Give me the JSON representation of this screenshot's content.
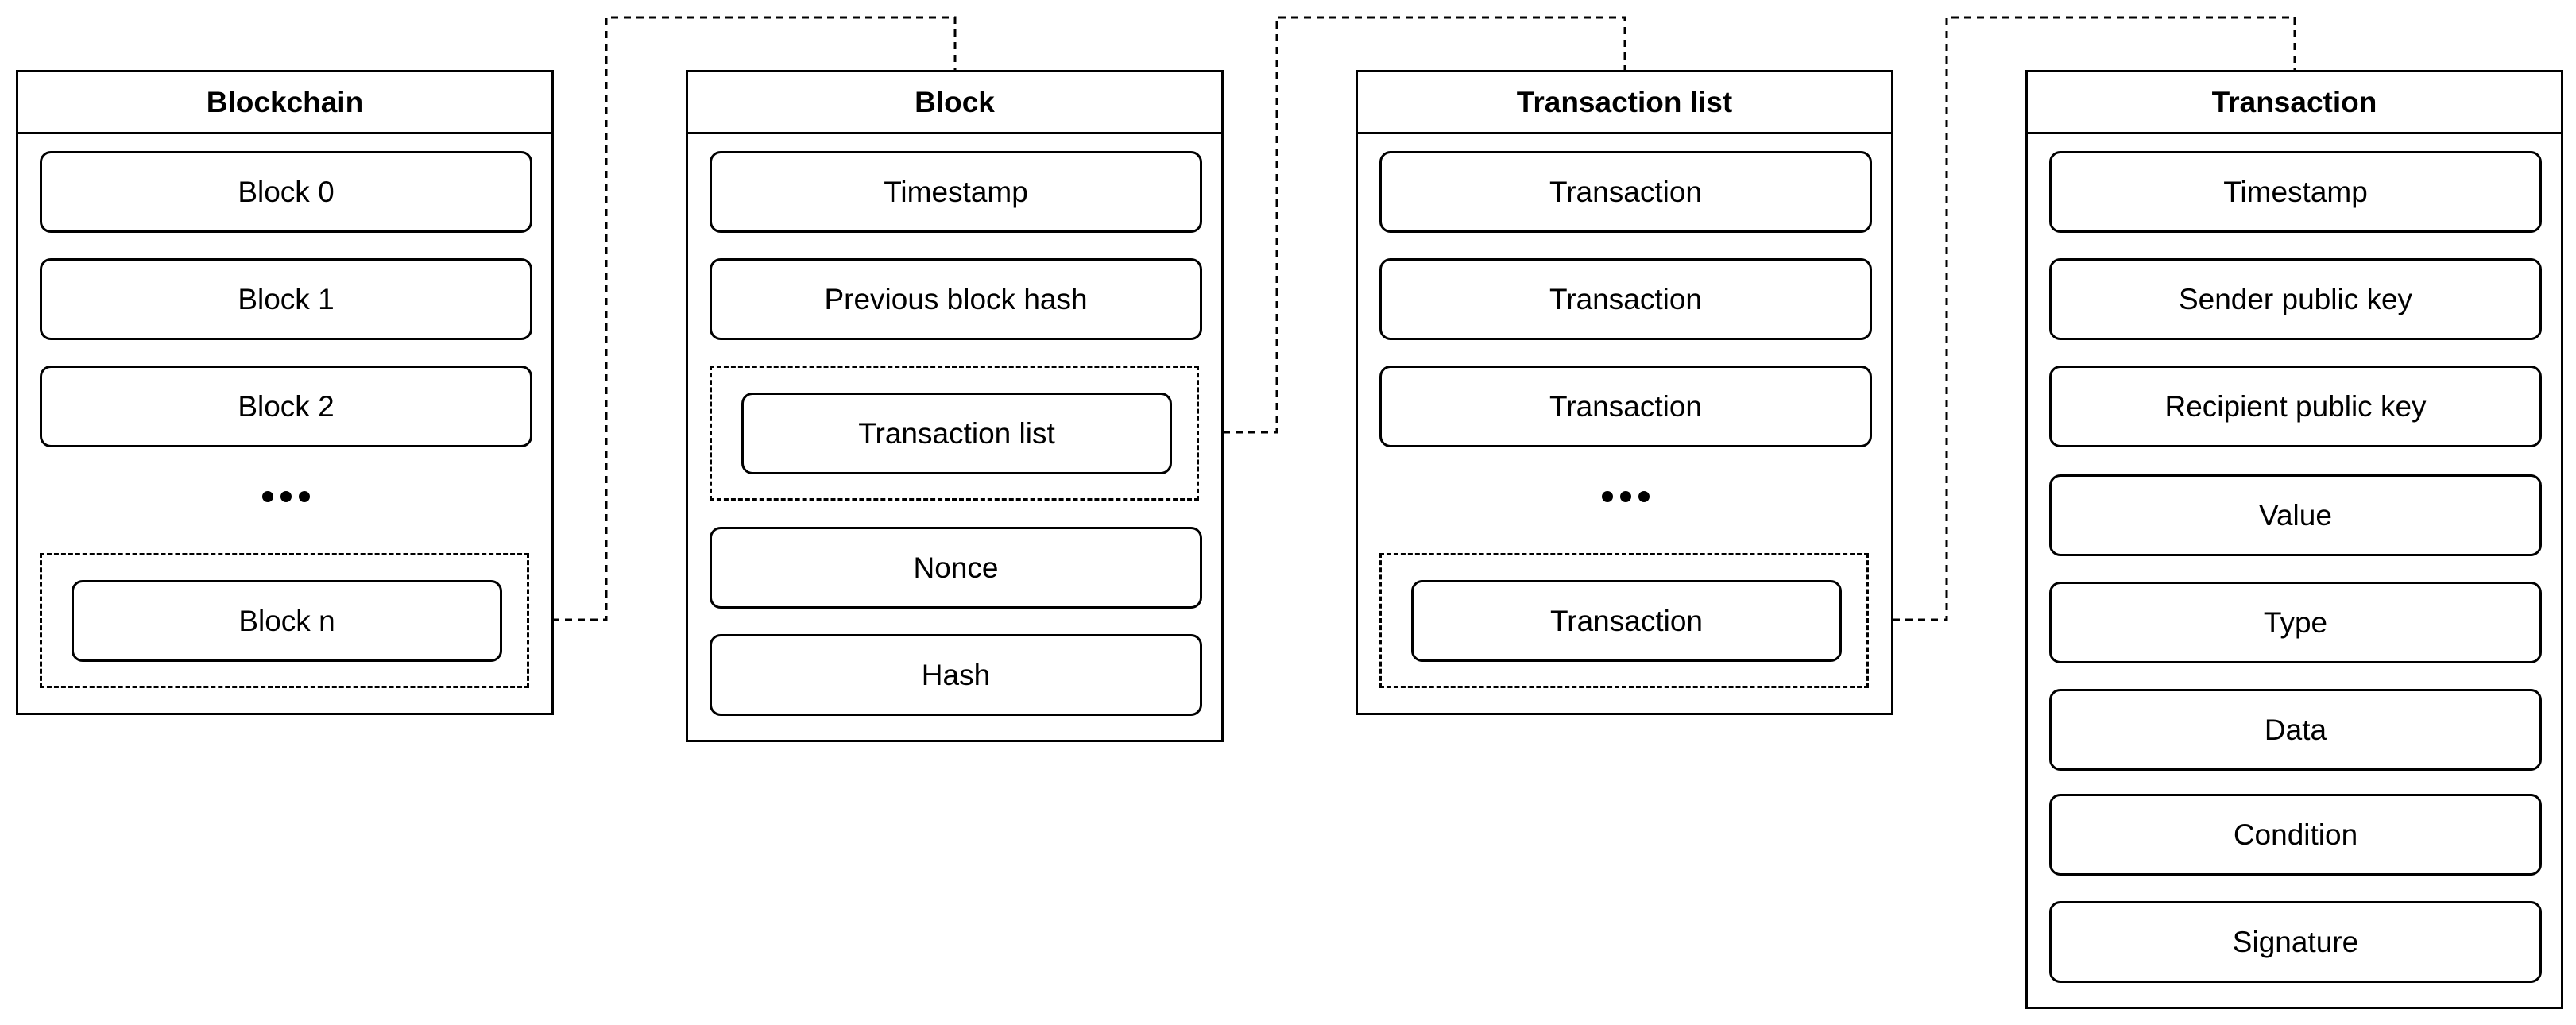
{
  "blockchain": {
    "title": "Blockchain",
    "blocks": [
      "Block 0",
      "Block 1",
      "Block 2"
    ],
    "last_block": "Block n"
  },
  "block": {
    "title": "Block",
    "fields": [
      "Timestamp",
      "Previous block hash"
    ],
    "nested": "Transaction list",
    "fields_after": [
      "Nonce",
      "Hash"
    ]
  },
  "transaction_list": {
    "title": "Transaction list",
    "items": [
      "Transaction",
      "Transaction",
      "Transaction"
    ],
    "last_item": "Transaction"
  },
  "transaction": {
    "title": "Transaction",
    "fields": [
      "Timestamp",
      "Sender public key",
      "Recipient public key",
      "Value",
      "Type",
      "Data",
      "Condition",
      "Signature"
    ]
  }
}
